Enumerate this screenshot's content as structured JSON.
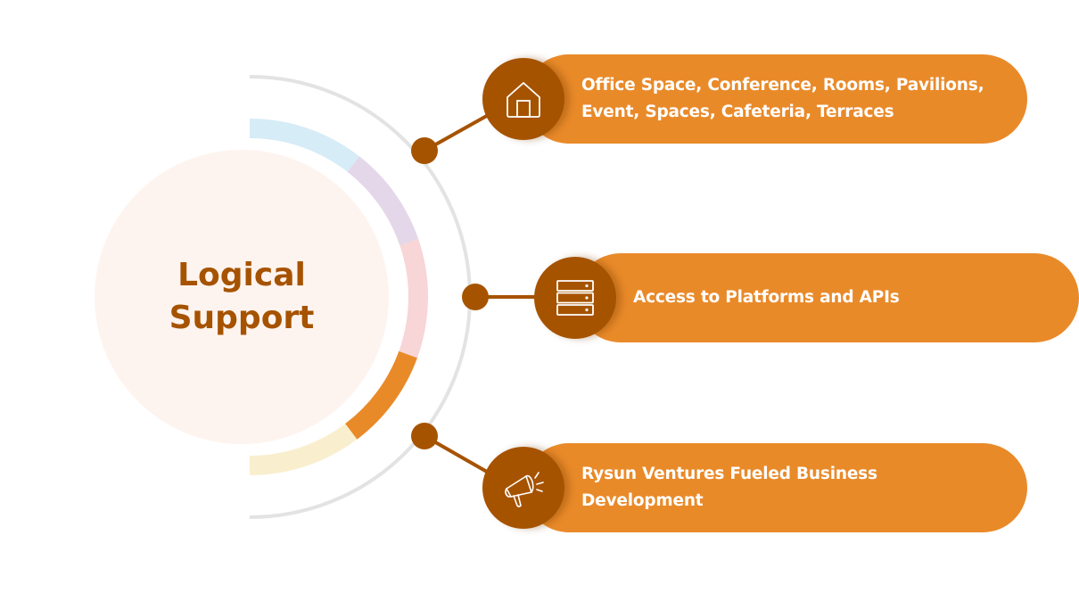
{
  "center": {
    "title_line1": "Logical",
    "title_line2": "Support"
  },
  "items": [
    {
      "icon": "home-icon",
      "line1": "Office Space, Conference, Rooms, Pavilions,",
      "line2": "Event, Spaces, Cafeteria, Terraces"
    },
    {
      "icon": "server-icon",
      "line1": "Access to Platforms and APIs"
    },
    {
      "icon": "megaphone-icon",
      "line1": "Rysun Ventures Fueled Business",
      "line2": "Development"
    }
  ],
  "colors": {
    "accent_orange": "#E98A29",
    "accent_brown": "#A65300",
    "center_fill": "#FEF4EF",
    "outer_arc": "#E3E3E3",
    "segment_blue": "#D6ECF7",
    "segment_purple": "#E3D7E9",
    "segment_pink": "#F8D5D7",
    "segment_orange": "#E98A29",
    "segment_yellow": "#F9EFCF"
  }
}
